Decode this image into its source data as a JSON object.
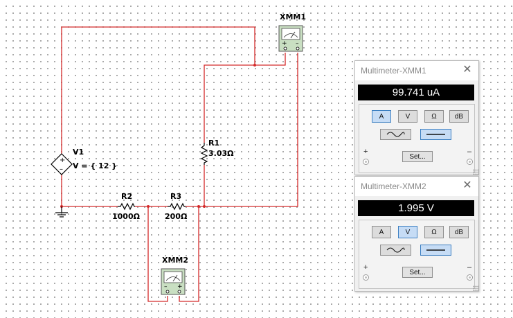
{
  "schematic": {
    "source": {
      "ref": "V1",
      "value": "V = { 12 }"
    },
    "resistors": [
      {
        "ref": "R1",
        "value": "3.03Ω"
      },
      {
        "ref": "R2",
        "value": "1000Ω"
      },
      {
        "ref": "R3",
        "value": "200Ω"
      }
    ],
    "meters": [
      {
        "ref": "XMM1"
      },
      {
        "ref": "XMM2"
      }
    ],
    "colors": {
      "wire": "#d42a2a",
      "symbol": "#000000",
      "meter_face": "#c9dfc2"
    }
  },
  "multimeters": [
    {
      "title": "Multimeter-XMM1",
      "close_glyph": "✕",
      "reading": "99.741 uA",
      "mode_buttons": [
        "A",
        "V",
        "Ω",
        "dB"
      ],
      "active_mode": "A",
      "active_waveform": "dc",
      "set_label": "Set...",
      "plus_sign": "+",
      "minus_sign": "–"
    },
    {
      "title": "Multimeter-XMM2",
      "close_glyph": "✕",
      "reading": "1.995 V",
      "mode_buttons": [
        "A",
        "V",
        "Ω",
        "dB"
      ],
      "active_mode": "V",
      "active_waveform": "dc",
      "set_label": "Set...",
      "plus_sign": "+",
      "minus_sign": "–"
    }
  ]
}
